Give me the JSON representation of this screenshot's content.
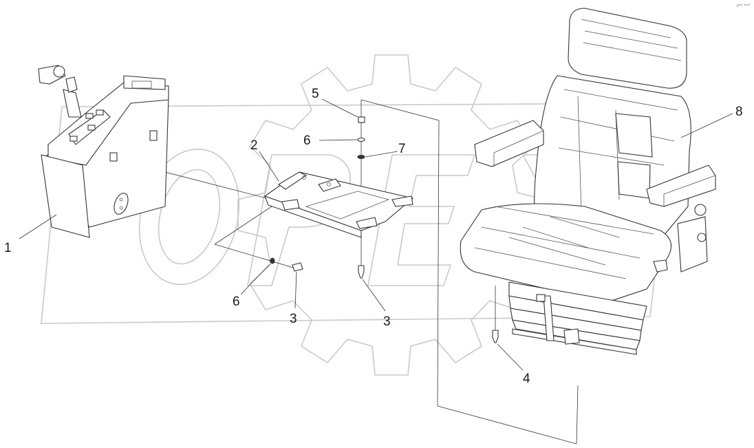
{
  "corner_mark": "з** ***",
  "watermark_text": "OPEX",
  "callouts": [
    {
      "id": "c1",
      "label": "1"
    },
    {
      "id": "c2",
      "label": "2"
    },
    {
      "id": "c3a",
      "label": "3"
    },
    {
      "id": "c3b",
      "label": "3"
    },
    {
      "id": "c4",
      "label": "4"
    },
    {
      "id": "c5",
      "label": "5"
    },
    {
      "id": "c6a",
      "label": "6"
    },
    {
      "id": "c6b",
      "label": "6"
    },
    {
      "id": "c7",
      "label": "7"
    },
    {
      "id": "c8",
      "label": "8"
    }
  ]
}
